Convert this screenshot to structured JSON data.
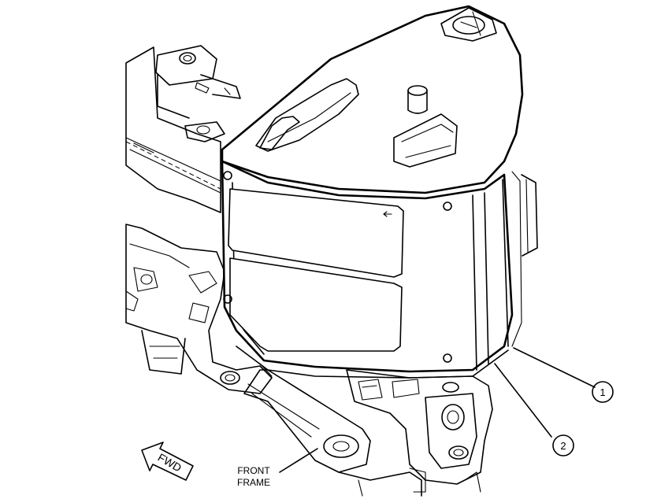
{
  "labels": {
    "front_frame_line1": "FRONT",
    "front_frame_line2": "FRAME",
    "fwd": "FWD"
  },
  "callouts": [
    {
      "number": "1"
    },
    {
      "number": "2"
    }
  ]
}
